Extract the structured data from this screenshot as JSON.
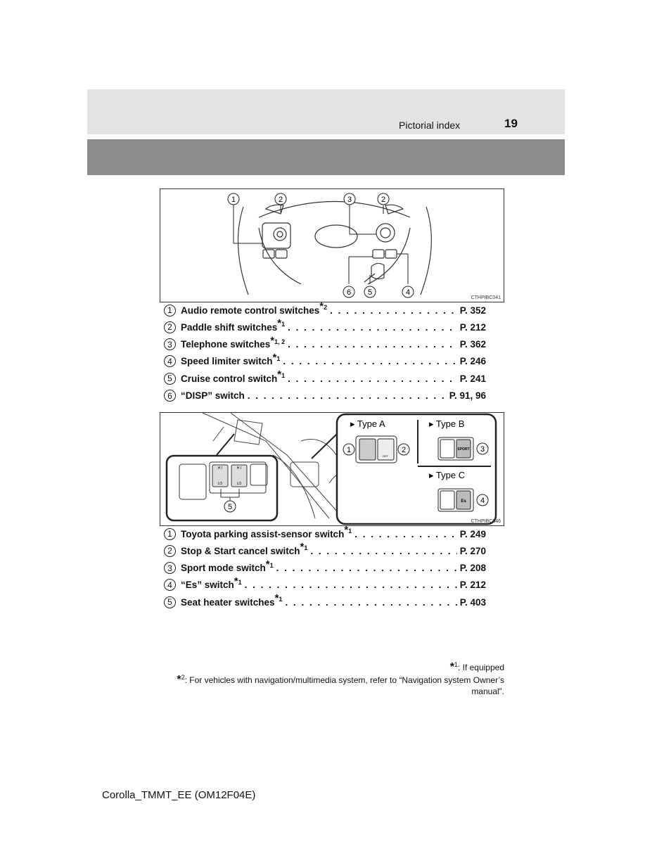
{
  "header": {
    "section_title": "Pictorial index",
    "page_number": "19"
  },
  "figure1": {
    "code": "CTHPIBC041",
    "callouts": [
      "1",
      "2",
      "3",
      "2",
      "6",
      "5",
      "4"
    ]
  },
  "list1": [
    {
      "num": "1",
      "label": "Audio remote control switches",
      "note": "2",
      "ref": "P. 352"
    },
    {
      "num": "2",
      "label": "Paddle shift switches",
      "note": "1",
      "ref": "P. 212"
    },
    {
      "num": "3",
      "label": "Telephone switches",
      "note": "1, 2",
      "ref": "P. 362"
    },
    {
      "num": "4",
      "label": "Speed limiter switch",
      "note": "1",
      "ref": "P. 246"
    },
    {
      "num": "5",
      "label": "Cruise control switch",
      "note": "1",
      "ref": "P. 241"
    },
    {
      "num": "6",
      "label": "“DISP” switch",
      "note": "",
      "ref": "P. 91, 96"
    }
  ],
  "figure2": {
    "code": "CTHPIBC046",
    "type_a": "Type A",
    "type_b": "Type B",
    "type_c": "Type C",
    "sport_label": "SPORT",
    "es_label": "Es",
    "hi_label": "H I",
    "lo_label": "LO",
    "off_label": "OFF",
    "callouts": [
      "1",
      "2",
      "3",
      "4",
      "5"
    ]
  },
  "list2": [
    {
      "num": "1",
      "label": "Toyota parking assist-sensor switch",
      "note": "1",
      "ref": "P. 249"
    },
    {
      "num": "2",
      "label": "Stop & Start cancel switch",
      "note": "1",
      "ref": "P. 270"
    },
    {
      "num": "3",
      "label": "Sport mode switch",
      "note": "1",
      "ref": "P. 208"
    },
    {
      "num": "4",
      "label": "“Es” switch",
      "note": "1",
      "ref": "P. 212"
    },
    {
      "num": "5",
      "label": "Seat heater switches",
      "note": "1",
      "ref": "P. 403"
    }
  ],
  "footnotes": {
    "star": "*",
    "n1_mark": "1",
    "n1_text": ": If equipped",
    "n2_mark": "2",
    "n2_text_line1": ": For vehicles with navigation/multimedia system, refer to “Navigation system Owner’s",
    "n2_text_line2": "manual”."
  },
  "document_id": "Corolla_TMMT_EE (OM12F04E)"
}
